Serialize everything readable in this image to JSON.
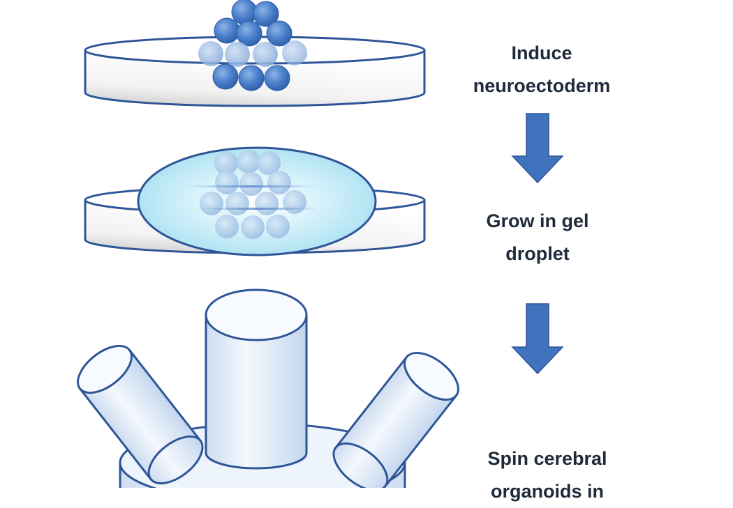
{
  "steps": [
    {
      "lines": [
        "Induce",
        "neuroectoderm"
      ]
    },
    {
      "lines": [
        "Grow in gel",
        "droplet"
      ]
    },
    {
      "lines": [
        "Spin cerebral",
        "organoids in"
      ]
    }
  ],
  "colors": {
    "outline": "#2e5597",
    "arrow": "#3f73be",
    "cell_dark": "#4a7fcb",
    "gel": "#bfeaf6",
    "tube_fill": "#e2ecf8",
    "text": "#1f2a3a"
  }
}
